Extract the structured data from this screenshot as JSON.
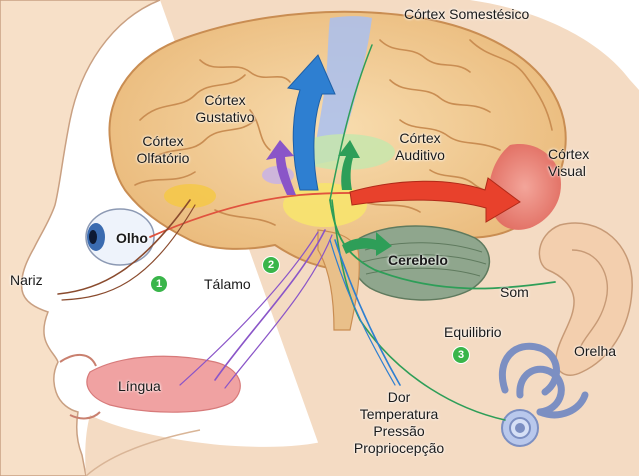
{
  "labels": {
    "cortex_somestesico": "Córtex Somestésico",
    "cortex_gustativo_1": "Córtex",
    "cortex_gustativo_2": "Gustativo",
    "cortex_olfatorio_1": "Córtex",
    "cortex_olfatorio_2": "Olfatório",
    "cortex_auditivo_1": "Córtex",
    "cortex_auditivo_2": "Auditivo",
    "cortex_visual_1": "Córtex",
    "cortex_visual_2": "Visual",
    "olho": "Olho",
    "nariz": "Nariz",
    "talamo": "Tálamo",
    "cerebelo": "Cerebelo",
    "som": "Som",
    "orelha": "Orelha",
    "equilibrio": "Equilibrio",
    "lingua": "Língua",
    "dor": "Dor",
    "temperatura": "Temperatura",
    "pressao": "Pressão",
    "propriocepcao": "Propriocepção"
  },
  "badges": [
    "1",
    "2",
    "3"
  ],
  "colors": {
    "skin": "#f6dcc2",
    "skin_outline": "#c9a082",
    "brain": "#f2c98f",
    "brain_fold": "#c98d52",
    "somatosensory": "#9fb6e6",
    "visual": "#e8736a",
    "auditory": "#bfe0a6",
    "thalamus": "#f5e06a",
    "cerebellum": "#8aa28a",
    "badge": "#39b54a",
    "arrow_blue": "#2e7fd1",
    "arrow_purple": "#8a55c8",
    "arrow_green": "#2e9e58",
    "arrow_red": "#e8412c"
  }
}
